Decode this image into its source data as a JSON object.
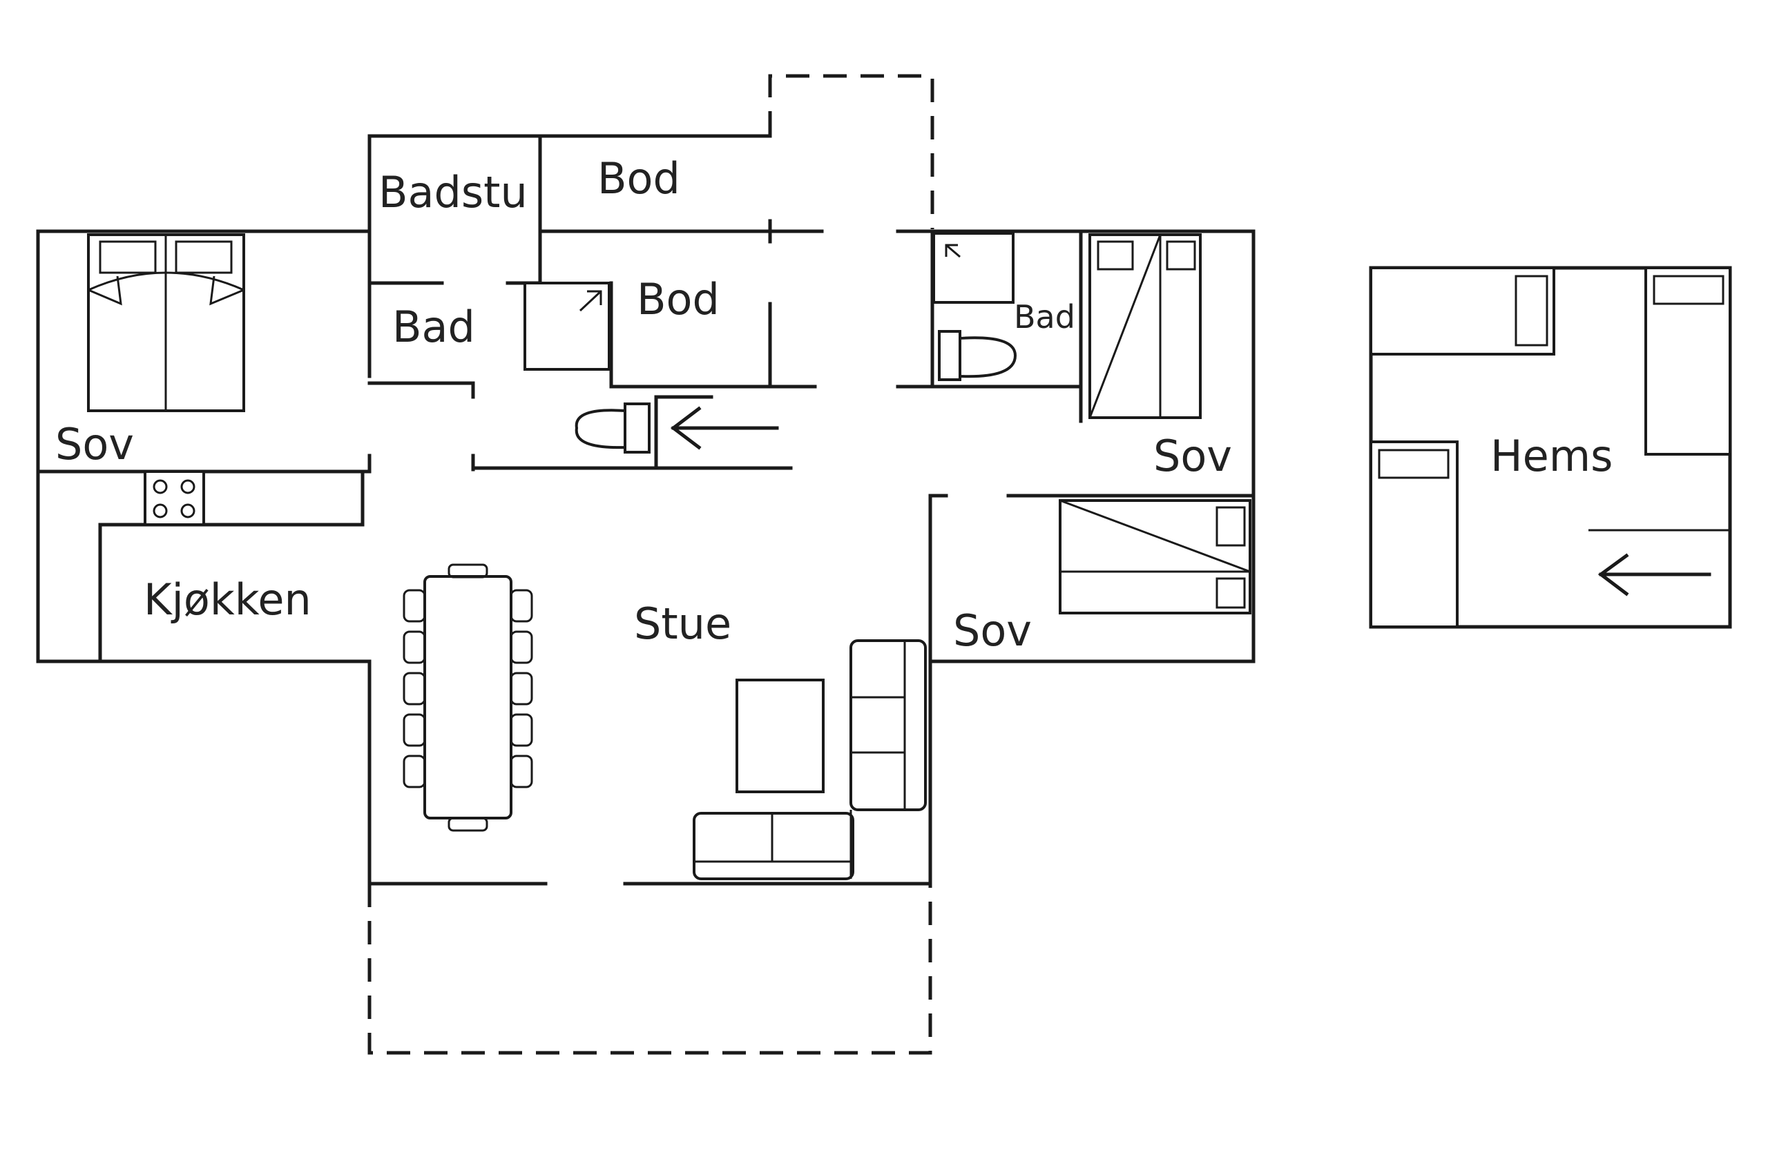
{
  "rooms": {
    "badstu": "Badstu",
    "bod_top": "Bod",
    "bod_mid": "Bod",
    "bad_left": "Bad",
    "bad_right": "Bad",
    "sov_left": "Sov",
    "sov_right_upper": "Sov",
    "sov_right_lower": "Sov",
    "kjokken": "Kjøkken",
    "stue": "Stue",
    "hems": "Hems"
  },
  "colors": {
    "line": "#1a1a1a",
    "background": "#ffffff",
    "text": "#222222"
  },
  "icons": [
    "double-bed-icon",
    "single-bed-icon",
    "stove-icon",
    "toilet-icon",
    "shower-icon",
    "dining-table-icon",
    "sofa-icon",
    "arrow-left-icon"
  ]
}
